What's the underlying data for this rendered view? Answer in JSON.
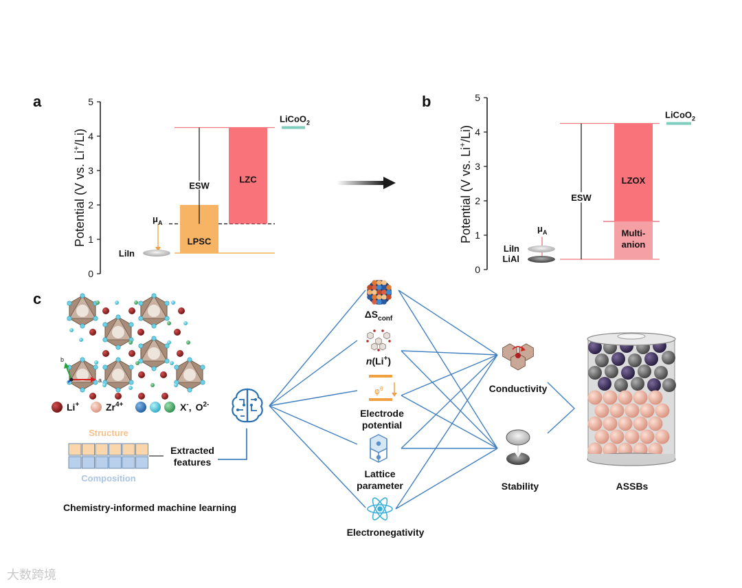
{
  "panels": {
    "a": "a",
    "b": "b",
    "c": "c"
  },
  "chart_data": [
    {
      "id": "a",
      "type": "bar",
      "ylabel_prefix": "Potential (V vs. Li",
      "ylabel_sup": "+",
      "ylabel_suffix": "/Li)",
      "ylim": [
        0,
        5
      ],
      "yticks": [
        "0",
        "1",
        "2",
        "3",
        "4",
        "5"
      ],
      "bars": [
        {
          "name": "LPSC",
          "label": "LPSC",
          "bottom": 0.6,
          "top": 2.0,
          "color": "#f7b465"
        },
        {
          "name": "LZC",
          "label": "LZC",
          "bottom": 1.45,
          "top": 4.25,
          "color": "#f8737a"
        }
      ],
      "esw": {
        "label": "ESW",
        "bottom": 1.45,
        "top": 4.25
      },
      "mu_a": {
        "label": "μ",
        "sub": "A",
        "from": 1.45,
        "to": 0.6,
        "color": "#f0a040"
      },
      "references": [
        {
          "name": "LiIn",
          "label": "LiIn",
          "value": 0.6,
          "color": "#bfbfbf"
        },
        {
          "name": "LiCoO2",
          "label": "LiCoO",
          "sub": "2",
          "value": 4.25,
          "color": "#7ecdbd"
        }
      ],
      "hlines": {
        "top": 4.25,
        "dashed": 1.45,
        "bottom": 0.6
      }
    },
    {
      "id": "b",
      "type": "bar",
      "ylabel_prefix": "Potential (V vs. Li",
      "ylabel_sup": "+",
      "ylabel_suffix": "/Li)",
      "ylim": [
        0,
        5
      ],
      "yticks": [
        "0",
        "1",
        "2",
        "3",
        "4",
        "5"
      ],
      "bars": [
        {
          "name": "LZOX",
          "label": "LZOX",
          "bottom": 1.4,
          "top": 4.25,
          "color": "#f8737a"
        },
        {
          "name": "Multi-anion",
          "label_line1": "Multi-",
          "label_line2": "anion",
          "bottom": 0.3,
          "top": 1.4,
          "color": "#f5a0a5"
        }
      ],
      "esw": {
        "label": "ESW",
        "bottom": 0.3,
        "top": 4.25
      },
      "mu_a": {
        "label": "μ",
        "sub": "A",
        "from": 1.0,
        "to": 0.3,
        "color": "#e8737a"
      },
      "references": [
        {
          "name": "LiIn",
          "label": "LiIn",
          "value": 0.6,
          "color": "#c8c8c8"
        },
        {
          "name": "LiAl",
          "label": "LiAl",
          "value": 0.3,
          "color": "#808080"
        },
        {
          "name": "LiCoO2",
          "label": "LiCoO",
          "sub": "2",
          "value": 4.25,
          "color": "#7ecdbd"
        }
      ]
    }
  ],
  "panel_c": {
    "legend": {
      "li": "Li",
      "li_sup": "+",
      "zr": "Zr",
      "zr_sup": "4+",
      "x": "X",
      "x_sup": "-",
      "sep": ",",
      "o": "O",
      "o_sup": "2-"
    },
    "axes_labels": {
      "b": "b",
      "a": "a"
    },
    "table": {
      "structure": "Structure",
      "composition": "Composition"
    },
    "extracted": {
      "line1": "Extracted",
      "line2": "features"
    },
    "caption": "Chemistry-informed machine learning",
    "features": {
      "entropy": {
        "prefix": "ΔS",
        "sub": "conf"
      },
      "li_conc": {
        "italic": "n",
        "rest": "(Li",
        "sup": "+",
        "close": ")"
      },
      "potential": {
        "line1": "Electrode",
        "line2": "potential",
        "symbol": "φ",
        "symbol_sup": "θ"
      },
      "lattice": {
        "line1": "Lattice",
        "line2": "parameter"
      },
      "electroneg": "Electronegativity"
    },
    "properties": {
      "conductivity": "Conductivity",
      "stability": "Stability"
    },
    "battery": "ASSBs"
  },
  "watermark": "大数跨境",
  "colors": {
    "orange_bar": "#f7b465",
    "red_bar": "#f8737a",
    "pink_bar": "#f5a0a5",
    "teal": "#7ecdbd",
    "network_line": "#3f7fbf",
    "li_ion": "#8b1a1a",
    "zr_ion": "#f0b4a0",
    "x_blue": "#3a7fc0",
    "x_cyan": "#5ad0e6",
    "x_green": "#4cae6a"
  }
}
